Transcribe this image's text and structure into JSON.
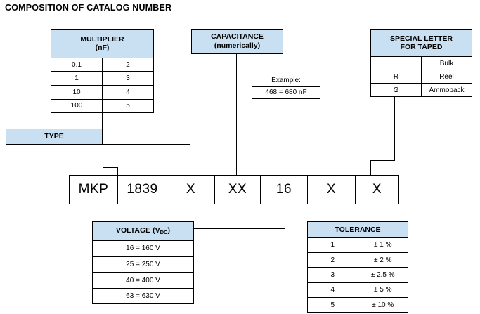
{
  "title": "COMPOSITION OF CATALOG NUMBER",
  "multiplier_table": {
    "header_line1": "MULTIPLIER",
    "header_line2": "(nF)",
    "rows": [
      {
        "value": "0.1",
        "code": "2"
      },
      {
        "value": "1",
        "code": "3"
      },
      {
        "value": "10",
        "code": "4"
      },
      {
        "value": "100",
        "code": "5"
      }
    ]
  },
  "capacitance_box": {
    "line1": "CAPACITANCE",
    "line2": "(numerically)"
  },
  "example_box": {
    "header": "Example:",
    "value": "468 = 680 nF"
  },
  "special_letter_table": {
    "header_line1": "SPECIAL LETTER",
    "header_line2": "FOR TAPED",
    "rows": [
      {
        "code": "",
        "meaning": "Bulk"
      },
      {
        "code": "R",
        "meaning": "Reel"
      },
      {
        "code": "G",
        "meaning": "Ammopack"
      }
    ]
  },
  "type_box": {
    "label": "TYPE"
  },
  "catalog_number": {
    "segments": [
      {
        "name": "type",
        "text": "MKP",
        "width": 69
      },
      {
        "name": "series",
        "text": "1839",
        "width": 70
      },
      {
        "name": "multiplier",
        "text": "X",
        "width": 68
      },
      {
        "name": "capacitance",
        "text": "XX",
        "width": 65
      },
      {
        "name": "voltage",
        "text": "16",
        "width": 67
      },
      {
        "name": "tolerance",
        "text": "X",
        "width": 68
      },
      {
        "name": "special-letter",
        "text": "X",
        "width": 63
      }
    ]
  },
  "voltage_table": {
    "header_prefix": "VOLTAGE (V",
    "header_sub": "DC",
    "header_suffix": ")",
    "rows": [
      {
        "text": "16 = 160 V"
      },
      {
        "text": "25 = 250 V"
      },
      {
        "text": "40 = 400 V"
      },
      {
        "text": "63 = 630 V"
      }
    ]
  },
  "tolerance_table": {
    "header": "TOLERANCE",
    "rows": [
      {
        "code": "1",
        "value": "± 1 %"
      },
      {
        "code": "2",
        "value": "± 2 %"
      },
      {
        "code": "3",
        "value": "± 2.5 %"
      },
      {
        "code": "4",
        "value": "± 5 %"
      },
      {
        "code": "5",
        "value": "± 10 %"
      }
    ]
  },
  "colors": {
    "header_fill": "#c9e0f2",
    "line": "#000000",
    "background": "#ffffff"
  }
}
